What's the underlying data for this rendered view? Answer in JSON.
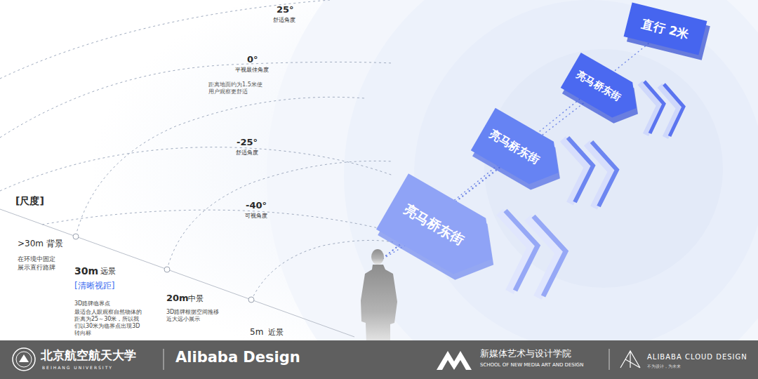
{
  "diagram": {
    "nodes": [
      {
        "text": [
          "直行 2米"
        ]
      },
      {
        "text": [
          "亮马桥东街"
        ]
      },
      {
        "text": [
          "亮马桥东街"
        ]
      },
      {
        "text": [
          "亮马桥东街"
        ]
      }
    ],
    "labels": [
      "25°",
      "舒适角度",
      "0°",
      "平视最佳角度",
      "距离地面约为1.5米使 用户观察更舒适",
      "-25°",
      "舒适角度",
      "-40°",
      "可视角度",
      "[尺度]",
      ">30m",
      "背景",
      "在环境中固定 展示直行路牌",
      "30m",
      "远景",
      "[清晰视距]",
      "3D路牌临界点",
      "最适合人眼观察自然物体的 距离为25～30米，所以我 们以30米为临界点出现3D 转向标",
      "20m",
      "中景",
      "3D路牌根据空间推移 近大远小展示",
      "5m",
      "近景",
      "北京航空航天大学",
      "BEIHANG UNIVERSITY",
      "Alibaba Design",
      "新媒体艺术与设计学院",
      "SCHOOL OF NEW MEDIA ART AND DESIGN",
      "ALIBABA CLOUD DESIGN",
      "不为设计，为未来"
    ]
  }
}
